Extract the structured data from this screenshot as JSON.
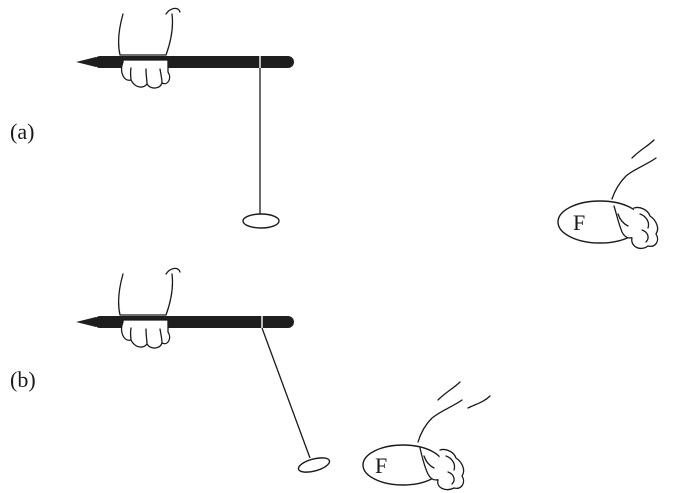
{
  "figure": {
    "panel_a": {
      "label": "(a)",
      "disk_label": "F"
    },
    "panel_b": {
      "label": "(b)",
      "disk_label": "F"
    }
  },
  "colors": {
    "ink": "#1a1a1a",
    "rod": "#1e1e1e",
    "background": "#ffffff"
  },
  "icons": {
    "hand_holding_rod": "hand-icon",
    "hand_holding_disk": "hand-icon",
    "pendulum": "pendulum-icon"
  }
}
